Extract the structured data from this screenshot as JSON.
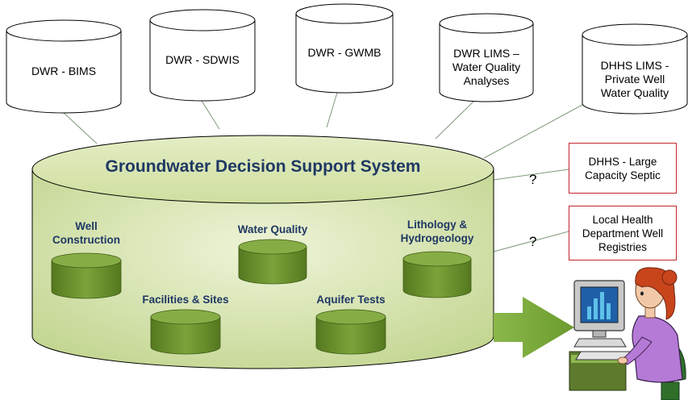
{
  "external_sources": [
    {
      "label": "DWR - BIMS"
    },
    {
      "label": "DWR - SDWIS"
    },
    {
      "label": "DWR - GWMB"
    },
    {
      "label": "DWR LIMS – Water Quality Analyses"
    },
    {
      "label": "DHHS LIMS - Private Well Water Quality"
    }
  ],
  "central_system": {
    "title": "Groundwater Decision Support System",
    "modules": [
      {
        "label": "Well Construction"
      },
      {
        "label": "Water Quality"
      },
      {
        "label": "Lithology & Hydrogeology"
      },
      {
        "label": "Facilities & Sites"
      },
      {
        "label": "Aquifer Tests"
      }
    ]
  },
  "pending_sources": [
    {
      "label": "DHHS - Large Capacity Septic",
      "status": "?"
    },
    {
      "label": "Local Health Department Well Registries",
      "status": "?"
    }
  ],
  "colors": {
    "cylinder_fill": "#d7e4b0",
    "module_fill": "#6f9630",
    "title_text": "#1f3864",
    "arrow": "#77a33a",
    "box_border": "#c0272d"
  },
  "icons": {
    "user": "user-at-computer-icon"
  }
}
